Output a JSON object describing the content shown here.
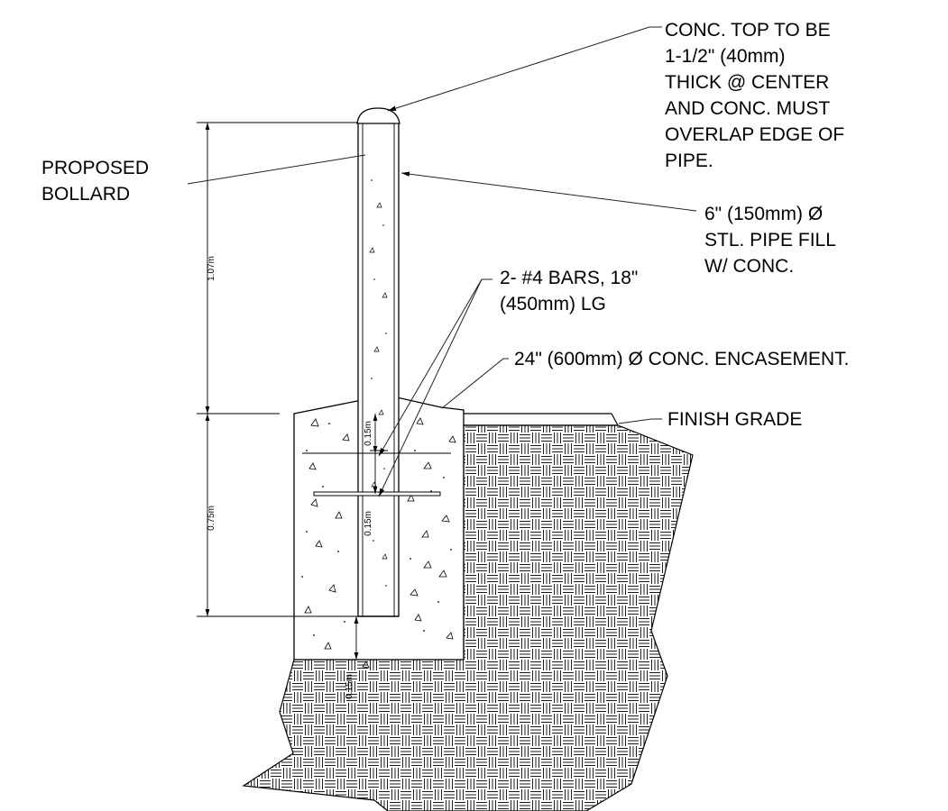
{
  "notes": {
    "conc_top": [
      "CONC. TOP TO BE",
      "1-1/2\" (40mm)",
      "THICK @ CENTER",
      "AND CONC. MUST",
      "OVERLAP EDGE OF",
      "PIPE."
    ],
    "bollard": [
      "PROPOSED",
      "BOLLARD"
    ],
    "pipe": [
      "6\" (150mm) Ø",
      "STL. PIPE FILL",
      "W/ CONC."
    ],
    "bars": [
      "2- #4 BARS, 18\"",
      "(450mm) LG"
    ],
    "encasement": "24\" (600mm) Ø CONC. ENCASEMENT.",
    "grade": "FINISH GRADE"
  },
  "dimensions": {
    "above_grade": "1.07m",
    "embed": "0.75m",
    "bar_top": "0.15m",
    "bar_spacing": "0.15m",
    "bottom_cover": "0.15m"
  }
}
